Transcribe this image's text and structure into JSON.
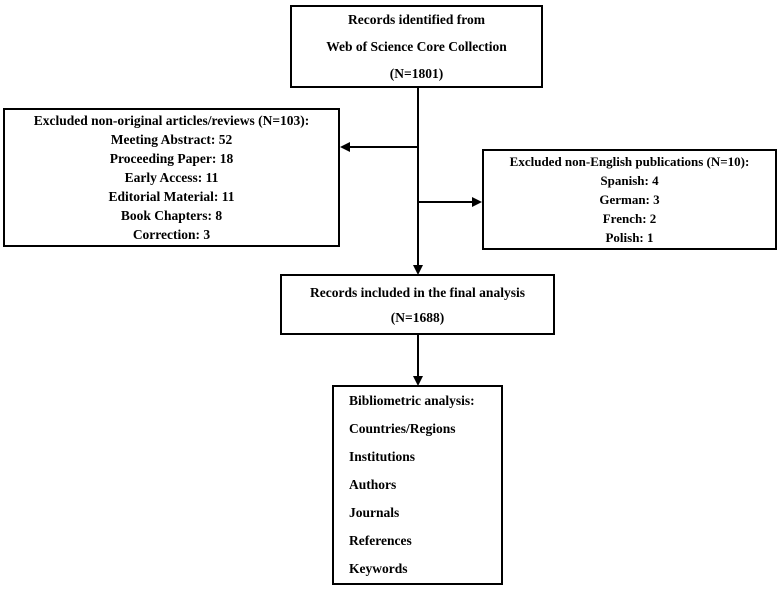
{
  "diagram": {
    "top_box": {
      "lines": {
        "0": "Records identified from",
        "1": "Web of Science Core Collection",
        "2": "(N=1801)"
      }
    },
    "left_box": {
      "title": "Excluded non-original articles/reviews (N=103):",
      "items": {
        "0": "Meeting Abstract: 52",
        "1": "Proceeding Paper: 18",
        "2": "Early Access: 11",
        "3": "Editorial Material: 11",
        "4": "Book Chapters: 8",
        "5": "Correction: 3"
      }
    },
    "right_box": {
      "title": "Excluded non-English publications (N=10):",
      "items": {
        "0": "Spanish: 4",
        "1": "German: 3",
        "2": "French: 2",
        "3": "Polish: 1"
      }
    },
    "middle_box": {
      "lines": {
        "0": "Records included in the final analysis",
        "1": "(N=1688)"
      }
    },
    "bottom_box": {
      "title": "Bibliometric analysis:",
      "items": {
        "0": "Countries/Regions",
        "1": "Institutions",
        "2": "Authors",
        "3": "Journals",
        "4": "References",
        "5": "Keywords"
      }
    },
    "colors": {
      "border": "#000000",
      "text": "#000000",
      "background": "#ffffff"
    }
  }
}
